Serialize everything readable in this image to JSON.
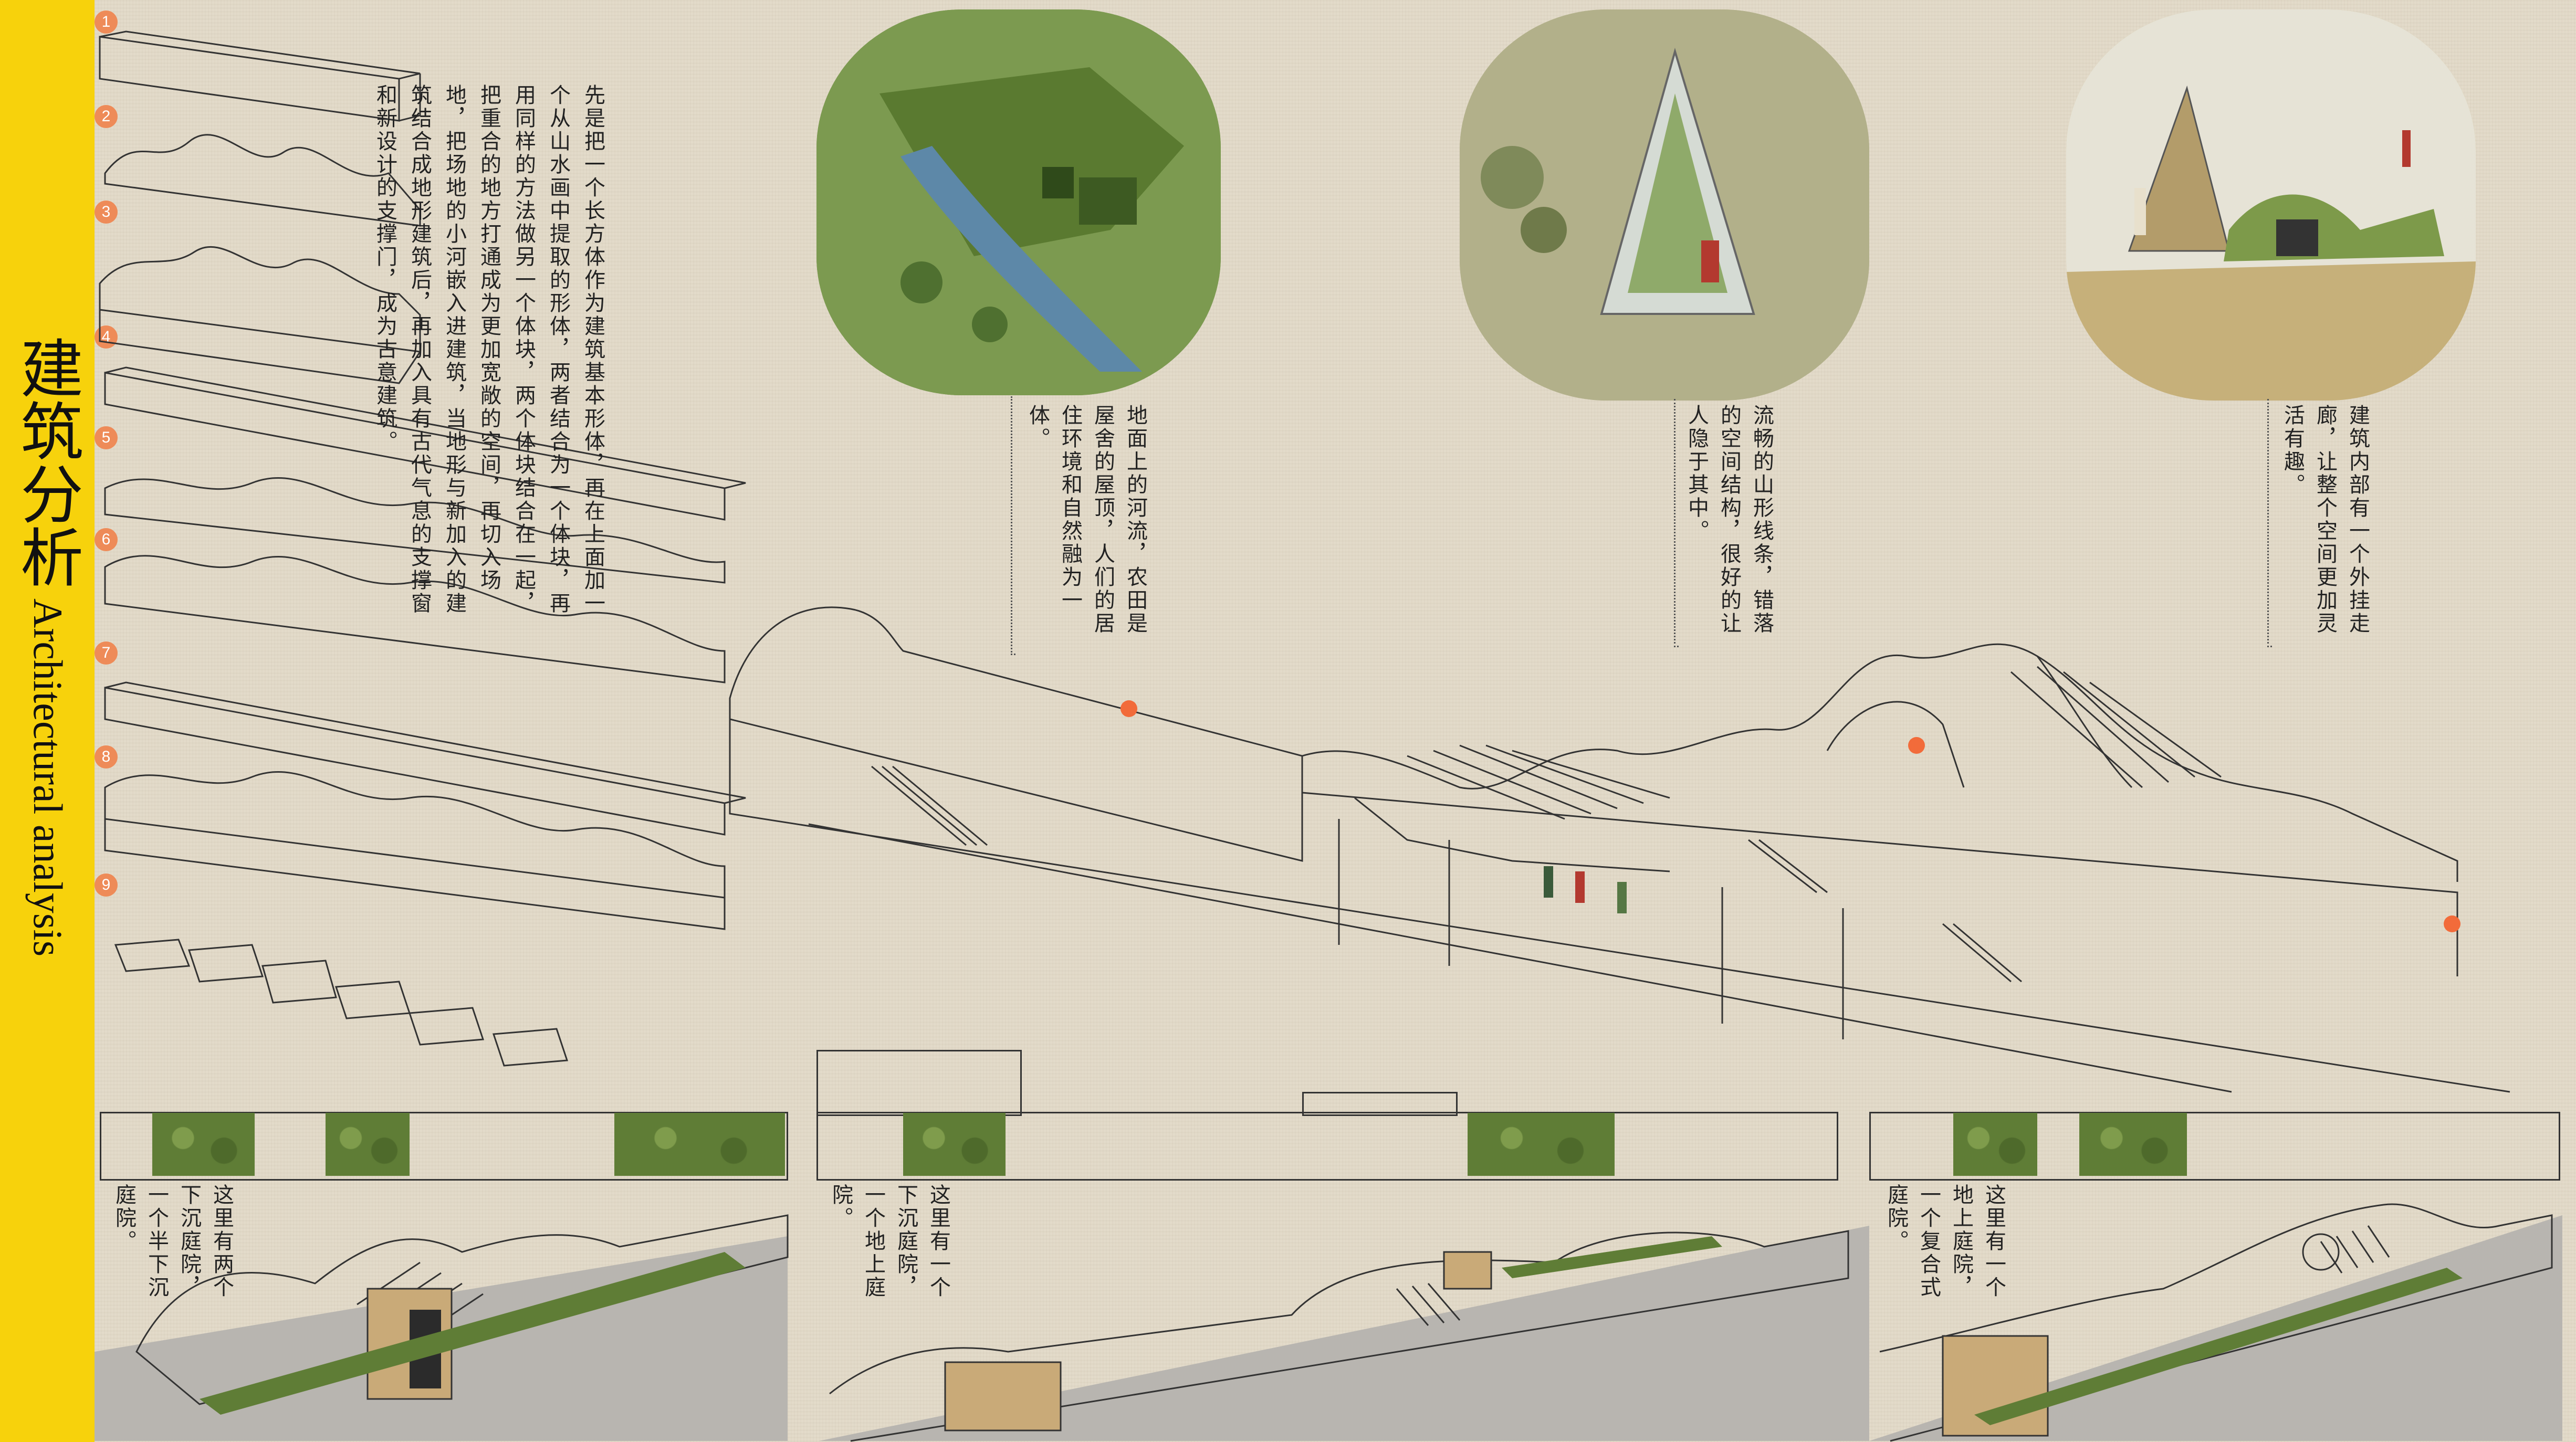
{
  "sidebar": {
    "title_cn": "建筑分析",
    "title_en": "Architectural analysis"
  },
  "steps": [
    "1",
    "2",
    "3",
    "4",
    "5",
    "6",
    "7",
    "8",
    "9"
  ],
  "intro_text": "先是把一个长方体作为建筑基本形体，再在上面加一个从山水画中提取的形体，两者结合为一个体块，再用同样的方法做另一个体块，两个体块结合在一起，把重合的地方打通成为更加宽敞的空间，再切入场地，把场地的小河嵌入进建筑，当地形与新加入的建筑结合成地形建筑后，再加入具有古代气息的支撑窗和新设计的支撑门，成为古意建筑。",
  "notes": {
    "river": "地面上的河流，农田是屋舍的屋顶，人们的居住环境和自然融为一体。",
    "mountain": "流畅的山形线条，错落的空间结构，很好的让人隐于其中。",
    "corridor": "建筑内部有一个外挂走廊，让整个空间更加灵活有趣。"
  },
  "courtyards": {
    "left": "这里有两个下沉庭院，一个半下沉庭院。",
    "middle": "这里有一个下沉庭院，一个地上庭院。",
    "right": "这里有一个地上庭院，一个复合式庭院。"
  },
  "colors": {
    "sidebar": "#f7d20c",
    "step_badge": "#ee8b58",
    "garden": "#5f7d36",
    "paper": "#e3dbca"
  }
}
